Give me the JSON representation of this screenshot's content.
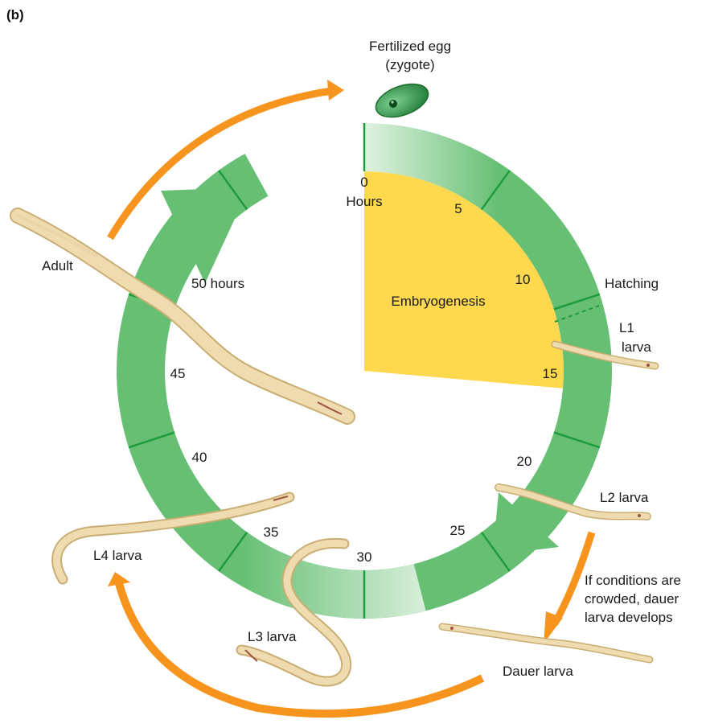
{
  "panel_label": "(b)",
  "title": {
    "line1": "Fertilized egg",
    "line2": "(zygote)"
  },
  "clock": {
    "start_hours": "0",
    "start_unit": "Hours",
    "ticks": [
      "5",
      "10",
      "15",
      "20",
      "25",
      "30",
      "35",
      "40",
      "45"
    ],
    "end_label": "50 hours"
  },
  "phases": {
    "embryogenesis": "Embryogenesis",
    "hatching": "Hatching"
  },
  "stages": {
    "l1_line1": "L1",
    "l1_line2": "larva",
    "l2": "L2 larva",
    "l3": "L3 larva",
    "l4": "L4 larva",
    "adult": "Adult",
    "dauer": "Dauer larva"
  },
  "dauer_note": {
    "line1": "If conditions are",
    "line2": "crowded, dauer",
    "line3": "larva develops"
  },
  "colors": {
    "ring_green": "#66bf73",
    "ring_light": "#dff2e1",
    "tick_green": "#1e9b3a",
    "embryo_yellow": "#fed84d",
    "orange": "#f7941d",
    "egg_green": "#2e9b4a",
    "worm_body": "#e9d5a8",
    "worm_shade": "#c9ad72"
  }
}
